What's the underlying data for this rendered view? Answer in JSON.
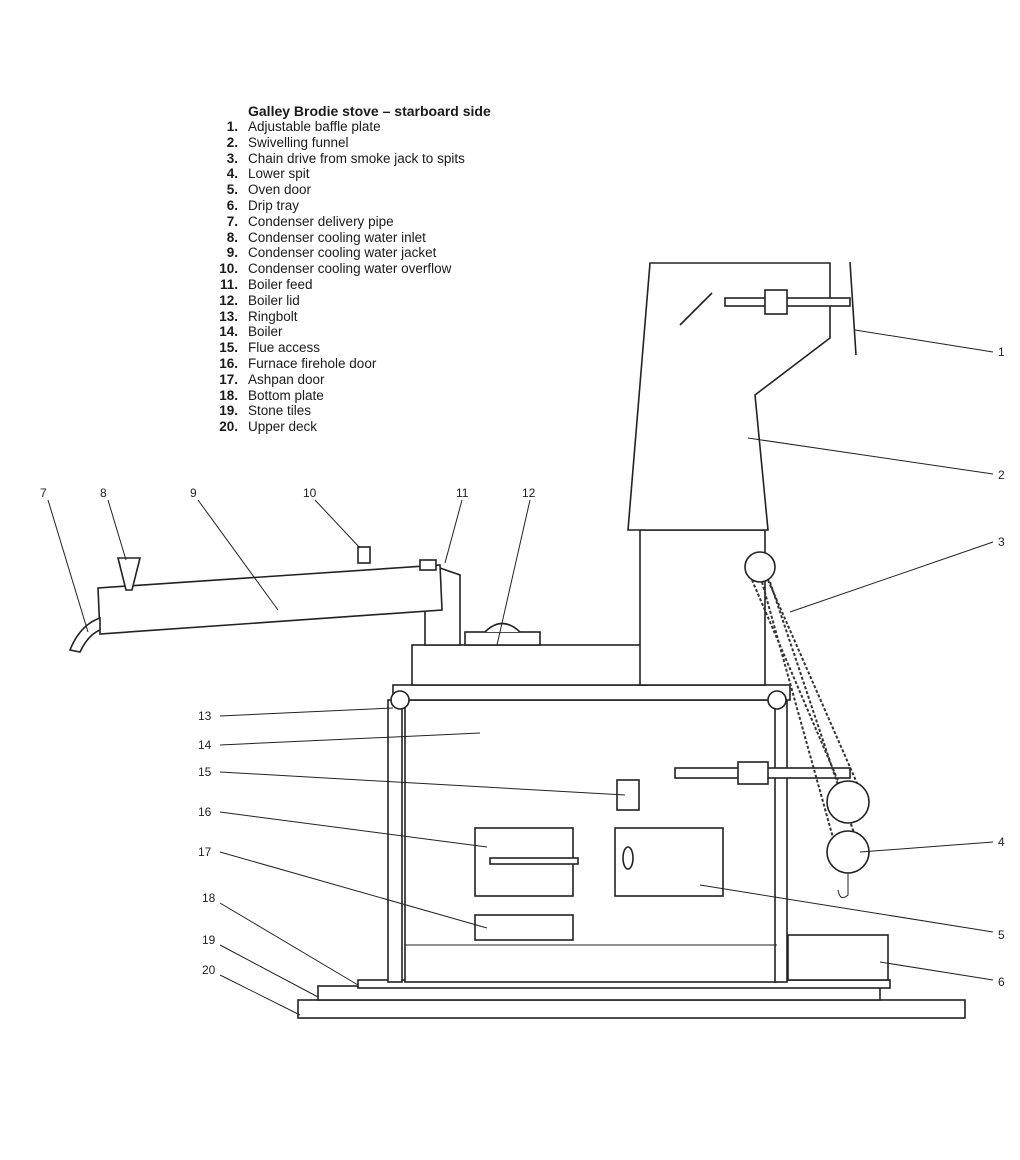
{
  "legend": {
    "title": "Galley Brodie stove – starboard side",
    "items": [
      {
        "num": "1.",
        "label": "Adjustable baffle plate"
      },
      {
        "num": "2.",
        "label": "Swivelling funnel"
      },
      {
        "num": "3.",
        "label": "Chain drive from smoke jack to spits"
      },
      {
        "num": "4.",
        "label": "Lower spit"
      },
      {
        "num": "5.",
        "label": "Oven door"
      },
      {
        "num": "6.",
        "label": "Drip tray"
      },
      {
        "num": "7.",
        "label": "Condenser delivery pipe"
      },
      {
        "num": "8.",
        "label": "Condenser cooling water inlet"
      },
      {
        "num": "9.",
        "label": "Condenser cooling water jacket"
      },
      {
        "num": "10.",
        "label": "Condenser cooling water overflow"
      },
      {
        "num": "11.",
        "label": "Boiler feed"
      },
      {
        "num": "12.",
        "label": "Boiler lid"
      },
      {
        "num": "13.",
        "label": "Ringbolt"
      },
      {
        "num": "14.",
        "label": "Boiler"
      },
      {
        "num": "15.",
        "label": "Flue access"
      },
      {
        "num": "16.",
        "label": "Furnace firehole door"
      },
      {
        "num": "17.",
        "label": "Ashpan door"
      },
      {
        "num": "18.",
        "label": "Bottom plate"
      },
      {
        "num": "19.",
        "label": "Stone tiles"
      },
      {
        "num": "20.",
        "label": "Upper deck"
      }
    ]
  },
  "callouts": [
    "1",
    "2",
    "3",
    "4",
    "5",
    "6",
    "7",
    "8",
    "9",
    "10",
    "11",
    "12",
    "13",
    "14",
    "15",
    "16",
    "17",
    "18",
    "19",
    "20"
  ]
}
